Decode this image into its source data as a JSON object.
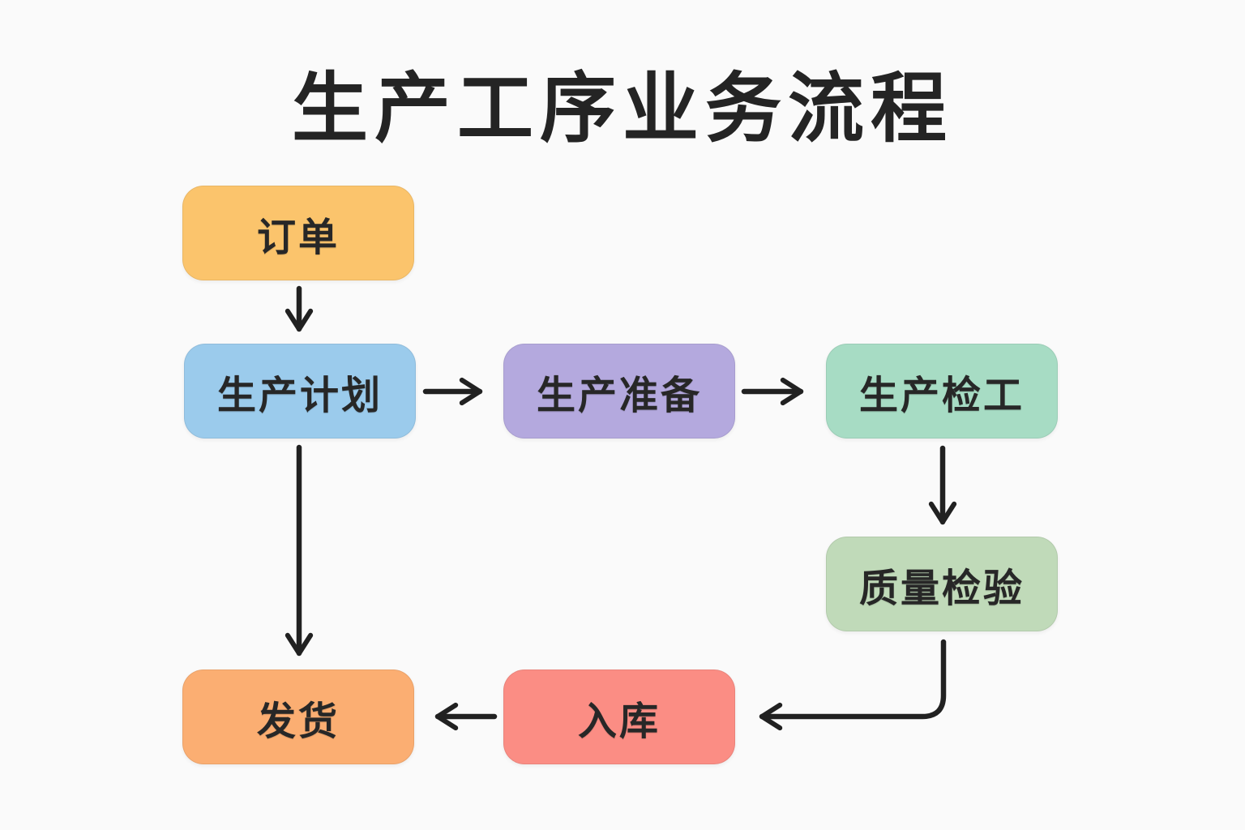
{
  "title": "生产工序业务流程",
  "flowchart": {
    "arrow_color": "#212121",
    "nodes": [
      {
        "id": "order",
        "label": "订单",
        "color": "#fbc46c"
      },
      {
        "id": "production-plan",
        "label": "生产计划",
        "color": "#9bcbec"
      },
      {
        "id": "production-prep",
        "label": "生产准备",
        "color": "#b4a9de"
      },
      {
        "id": "production-inspect-work",
        "label": "生产检工",
        "color": "#a7dcc4"
      },
      {
        "id": "quality-inspection",
        "label": "质量检验",
        "color": "#c0dab9"
      },
      {
        "id": "warehouse-in",
        "label": "入库",
        "color": "#fb8d84"
      },
      {
        "id": "shipping",
        "label": "发货",
        "color": "#fbae72"
      }
    ],
    "edges": [
      {
        "from": "订单",
        "to": "生产计划"
      },
      {
        "from": "生产计划",
        "to": "生产准备"
      },
      {
        "from": "生产准备",
        "to": "生产检工"
      },
      {
        "from": "生产检工",
        "to": "质量检验"
      },
      {
        "from": "质量检验",
        "to": "入库"
      },
      {
        "from": "入库",
        "to": "发货"
      },
      {
        "from": "生产计划",
        "to": "发货"
      }
    ]
  }
}
